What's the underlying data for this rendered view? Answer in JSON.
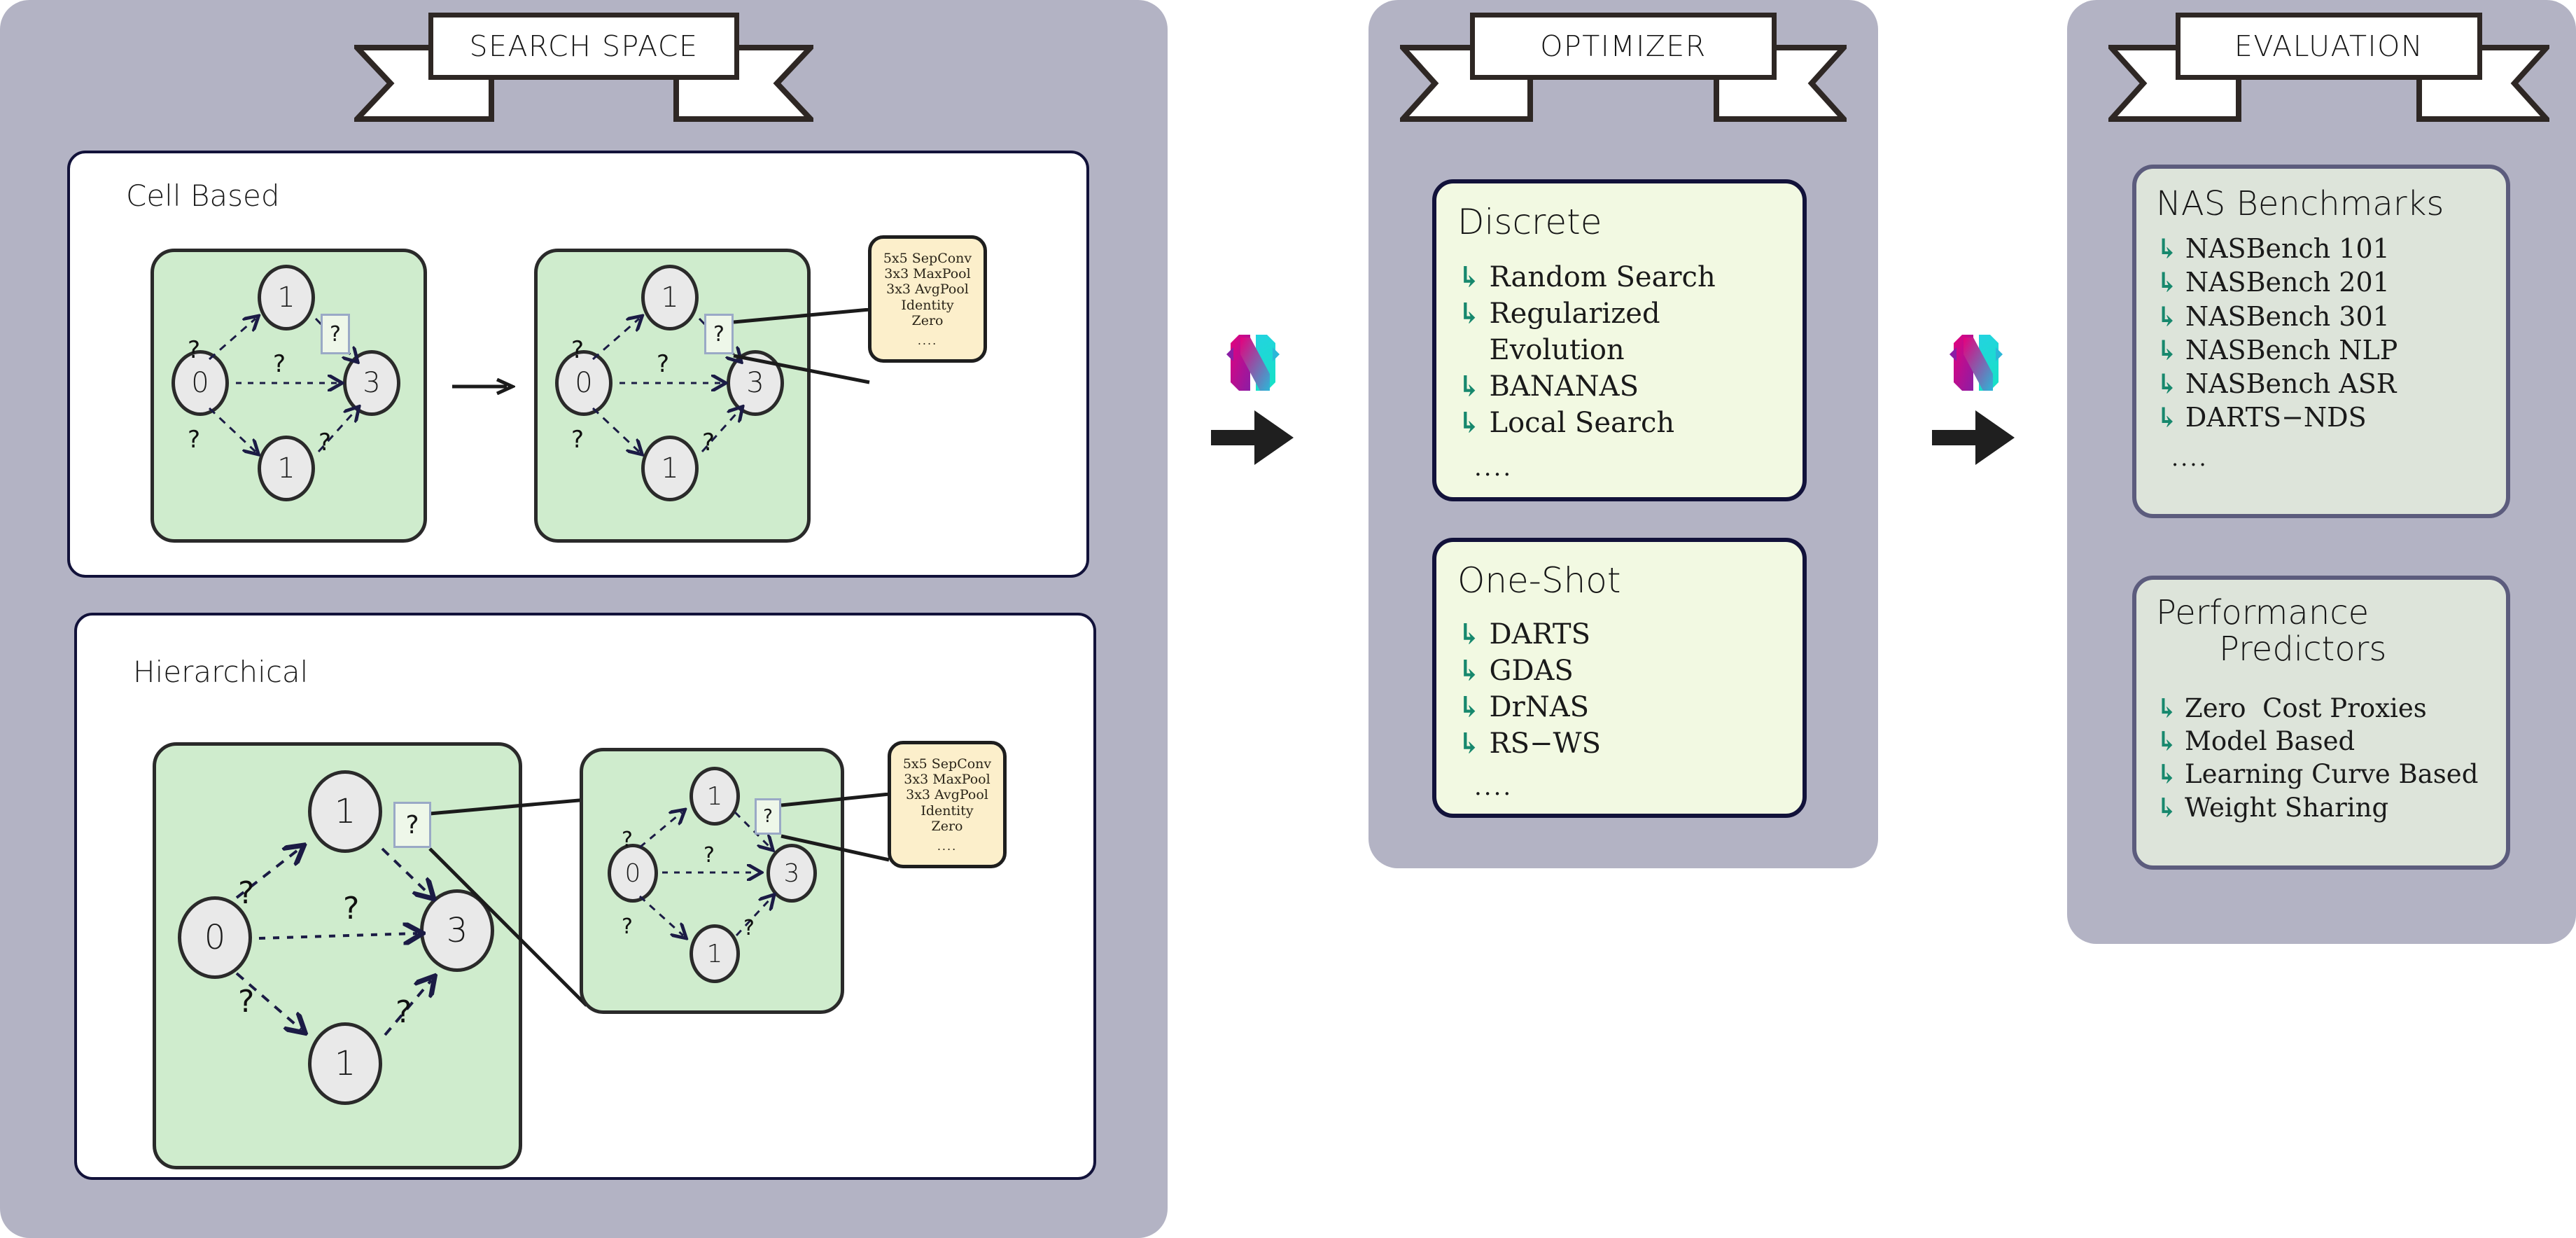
{
  "panels": [
    {
      "id": "search-space",
      "ribbon_label": "SEARCH SPACE",
      "sections": [
        {
          "title": "Cell Based"
        },
        {
          "title": "Hierarchical"
        }
      ]
    },
    {
      "id": "optimizer",
      "ribbon_label": "OPTIMIZER",
      "cards": [
        {
          "title": "Discrete",
          "items": [
            "Random Search",
            "Regularized Evolution",
            "BANANAS",
            "Local Search"
          ],
          "more": "...."
        },
        {
          "title": "One-Shot",
          "items": [
            "DARTS",
            "GDAS",
            "DrNAS",
            "RS−WS"
          ],
          "more": "...."
        }
      ]
    },
    {
      "id": "evaluation",
      "ribbon_label": "EVALUATION",
      "cards": [
        {
          "title": "NAS Benchmarks",
          "items": [
            "NASBench 101",
            "NASBench 201",
            "NASBench 301",
            "NASBench NLP",
            "NASBench ASR",
            "DARTS−NDS"
          ],
          "more": "...."
        },
        {
          "title_line1": "Performance",
          "title_line2": "Predictors",
          "items": [
            "Zero  Cost Proxies",
            "Model Based",
            "Learning Curve Based",
            "Weight Sharing"
          ],
          "more": ""
        }
      ]
    }
  ],
  "cell_graph": {
    "nodes": [
      "0",
      "1",
      "3",
      "1"
    ],
    "edge_label": "?",
    "op_placeholder": "?"
  },
  "ops_box": {
    "ops": [
      "5x5 SepConv",
      "3x3 MaxPool",
      "3x3 AvgPool",
      "Identity",
      "Zero"
    ],
    "more": "...."
  },
  "icons": {
    "bullet": "↳",
    "naslib_logo": "naslib-logo",
    "flow_arrow": "arrow-right-icon",
    "transform_arrow": "arrow-right-thin-icon"
  },
  "colors": {
    "panel_bg": "#b3b3c4",
    "cell_bg": "#cfeccd",
    "ops_bg": "#fcefcb",
    "card_optimizer_bg": "#f2f9e2",
    "card_eval_bg": "#dde4da",
    "bullet": "#17886d",
    "border_dark": "#12123a",
    "logo_magenta": "#e5007d",
    "logo_cyan": "#1fd6df",
    "logo_purple": "#8a1ea5"
  }
}
